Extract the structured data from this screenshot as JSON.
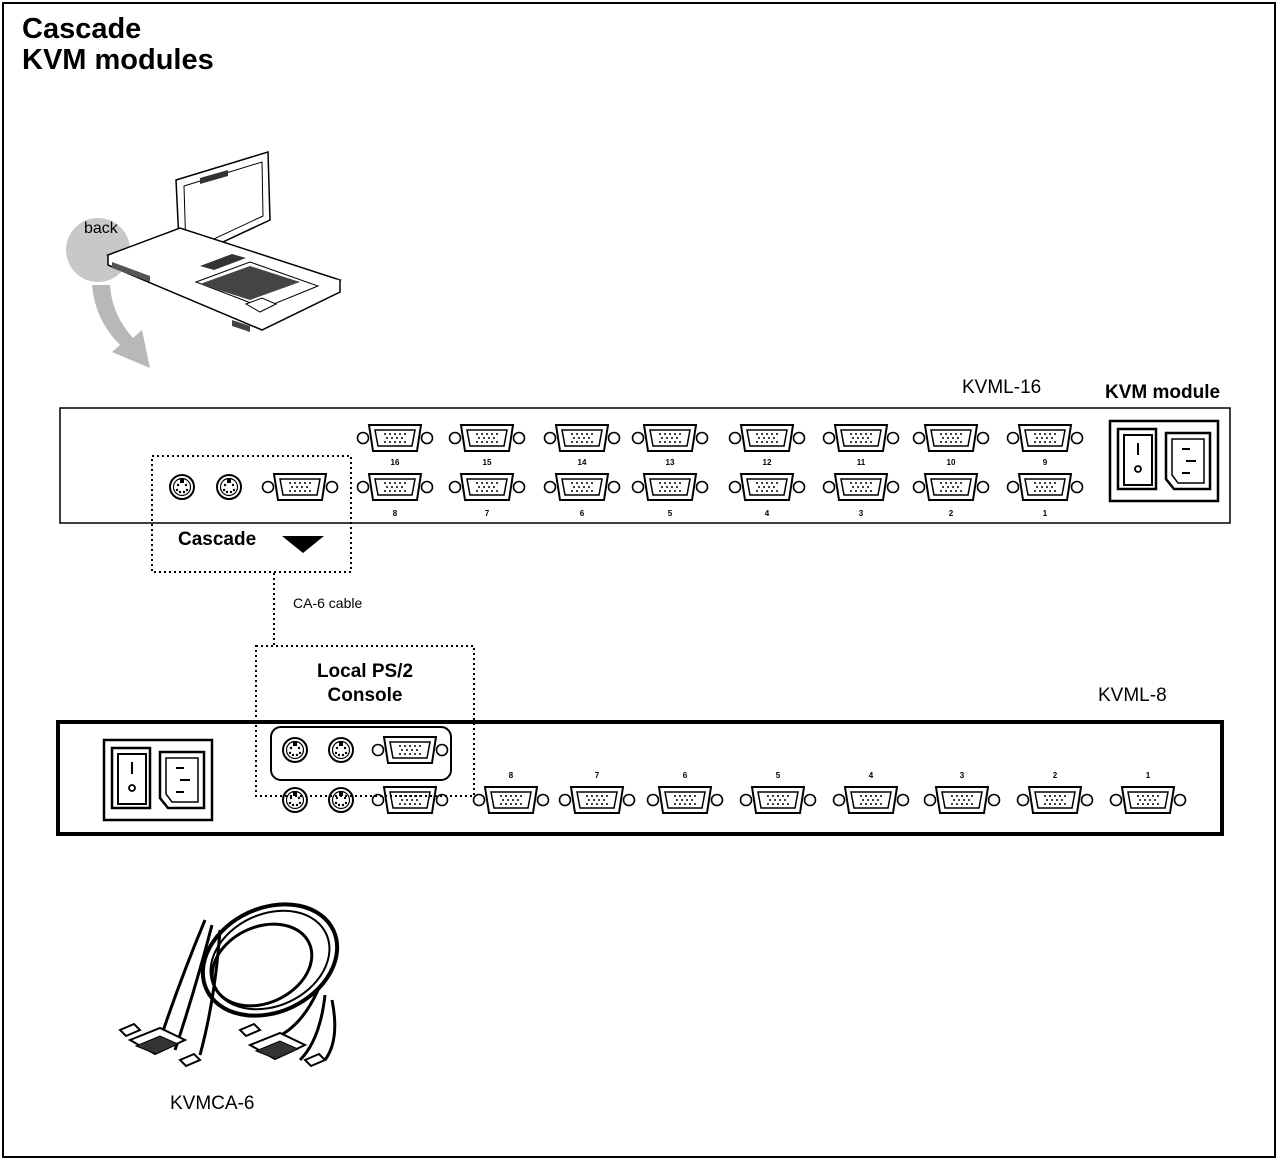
{
  "title": {
    "line1": "Cascade",
    "line2": "KVM modules"
  },
  "illustration": {
    "back_label": "back"
  },
  "top_unit": {
    "model": "KVML-16",
    "module_label": "KVM module",
    "ports_top": [
      "16",
      "15",
      "14",
      "13",
      "12",
      "11",
      "10",
      "9"
    ],
    "ports_bottom": [
      "8",
      "7",
      "6",
      "5",
      "4",
      "3",
      "2",
      "1"
    ],
    "cascade_label": "Cascade"
  },
  "cable_label": "CA-6 cable",
  "bottom_unit": {
    "model": "KVML-8",
    "console_label_line1": "Local PS/2",
    "console_label_line2": "Console",
    "ports": [
      "8",
      "7",
      "6",
      "5",
      "4",
      "3",
      "2",
      "1"
    ]
  },
  "cable_product": {
    "name": "KVMCA-6"
  },
  "colors": {
    "line": "#000000",
    "arrow_gray": "#b8b8b8",
    "background": "#ffffff"
  }
}
